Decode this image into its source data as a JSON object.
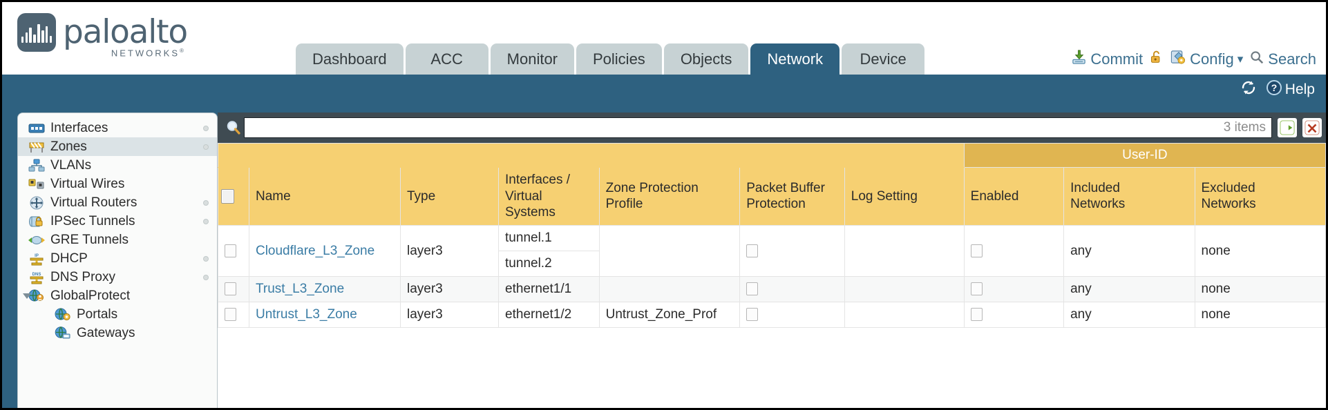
{
  "brand": {
    "name": "paloalto",
    "sub": "NETWORKS",
    "registered": "®"
  },
  "tabs": [
    {
      "label": "Dashboard",
      "active": false
    },
    {
      "label": "ACC",
      "active": false
    },
    {
      "label": "Monitor",
      "active": false
    },
    {
      "label": "Policies",
      "active": false
    },
    {
      "label": "Objects",
      "active": false
    },
    {
      "label": "Network",
      "active": true
    },
    {
      "label": "Device",
      "active": false
    }
  ],
  "toolbar": {
    "commit_label": "Commit",
    "commit_icon": "commit-save-icon",
    "lock_icon": "unlocked-padlock-icon",
    "config_label": "Config",
    "config_icon": "config-wrench-icon",
    "config_caret": "▾",
    "search_label": "Search",
    "search_icon": "magnifier-icon"
  },
  "bluebar": {
    "refresh_icon": "refresh-icon",
    "help_label": "Help",
    "help_icon": "help-question-icon"
  },
  "sidebar": {
    "items": [
      {
        "label": "Interfaces",
        "icon": "interfaces-icon",
        "selected": false,
        "dot": true,
        "indent": false,
        "caret": false
      },
      {
        "label": "Zones",
        "icon": "zones-icon",
        "selected": true,
        "dot": true,
        "indent": false,
        "caret": false
      },
      {
        "label": "VLANs",
        "icon": "vlans-icon",
        "selected": false,
        "dot": false,
        "indent": false,
        "caret": false
      },
      {
        "label": "Virtual Wires",
        "icon": "virtual-wires-icon",
        "selected": false,
        "dot": false,
        "indent": false,
        "caret": false
      },
      {
        "label": "Virtual Routers",
        "icon": "virtual-routers-icon",
        "selected": false,
        "dot": true,
        "indent": false,
        "caret": false
      },
      {
        "label": "IPSec Tunnels",
        "icon": "ipsec-tunnels-icon",
        "selected": false,
        "dot": true,
        "indent": false,
        "caret": false
      },
      {
        "label": "GRE Tunnels",
        "icon": "gre-tunnels-icon",
        "selected": false,
        "dot": false,
        "indent": false,
        "caret": false
      },
      {
        "label": "DHCP",
        "icon": "dhcp-icon",
        "selected": false,
        "dot": true,
        "indent": false,
        "caret": false
      },
      {
        "label": "DNS Proxy",
        "icon": "dns-proxy-icon",
        "selected": false,
        "dot": true,
        "indent": false,
        "caret": false
      },
      {
        "label": "GlobalProtect",
        "icon": "globalprotect-icon",
        "selected": false,
        "dot": false,
        "indent": false,
        "caret": true
      },
      {
        "label": "Portals",
        "icon": "portals-icon",
        "selected": false,
        "dot": false,
        "indent": true,
        "caret": false
      },
      {
        "label": "Gateways",
        "icon": "gateways-icon",
        "selected": false,
        "dot": false,
        "indent": true,
        "caret": false
      }
    ]
  },
  "search": {
    "value": "",
    "placeholder": "",
    "icon": "magnifier-icon",
    "items_count": "3 items",
    "apply_icon": "green-arrow-icon",
    "clear_icon": "red-x-icon"
  },
  "table": {
    "group_header": "User-ID",
    "columns": [
      "Name",
      "Type",
      "Interfaces / Virtual Systems",
      "Zone Protection Profile",
      "Packet Buffer Protection",
      "Log Setting",
      "Enabled",
      "Included Networks",
      "Excluded Networks"
    ],
    "columns_display": {
      "name": "Name",
      "type": "Type",
      "interfaces": "Interfaces /\nVirtual\nSystems",
      "zone_protection": "Zone Protection\nProfile",
      "packet_buffer": "Packet Buffer\nProtection",
      "log_setting": "Log Setting",
      "enabled": "Enabled",
      "included": "Included\nNetworks",
      "excluded": "Excluded\nNetworks"
    },
    "rows": [
      {
        "selected": false,
        "name": "Cloudflare_L3_Zone",
        "type": "layer3",
        "interfaces": [
          "tunnel.1",
          "tunnel.2"
        ],
        "zone_protection": "",
        "packet_buffer_checked": false,
        "log_setting": "",
        "userid_enabled": false,
        "included_networks": "any",
        "excluded_networks": "none"
      },
      {
        "selected": false,
        "name": "Trust_L3_Zone",
        "type": "layer3",
        "interfaces": [
          "ethernet1/1"
        ],
        "zone_protection": "",
        "packet_buffer_checked": false,
        "log_setting": "",
        "userid_enabled": false,
        "included_networks": "any",
        "excluded_networks": "none"
      },
      {
        "selected": false,
        "name": "Untrust_L3_Zone",
        "type": "layer3",
        "interfaces": [
          "ethernet1/2"
        ],
        "zone_protection": "Untrust_Zone_Prof",
        "packet_buffer_checked": false,
        "log_setting": "",
        "userid_enabled": false,
        "included_networks": "any",
        "excluded_networks": "none"
      }
    ]
  },
  "colors": {
    "brand_blue": "#2e6180",
    "tab_inactive": "#c7d2d4",
    "header_gold": "#f6d072",
    "group_gold": "#e0b551",
    "link_blue": "#3a7ca5",
    "panel_dark": "#3f4b52"
  }
}
